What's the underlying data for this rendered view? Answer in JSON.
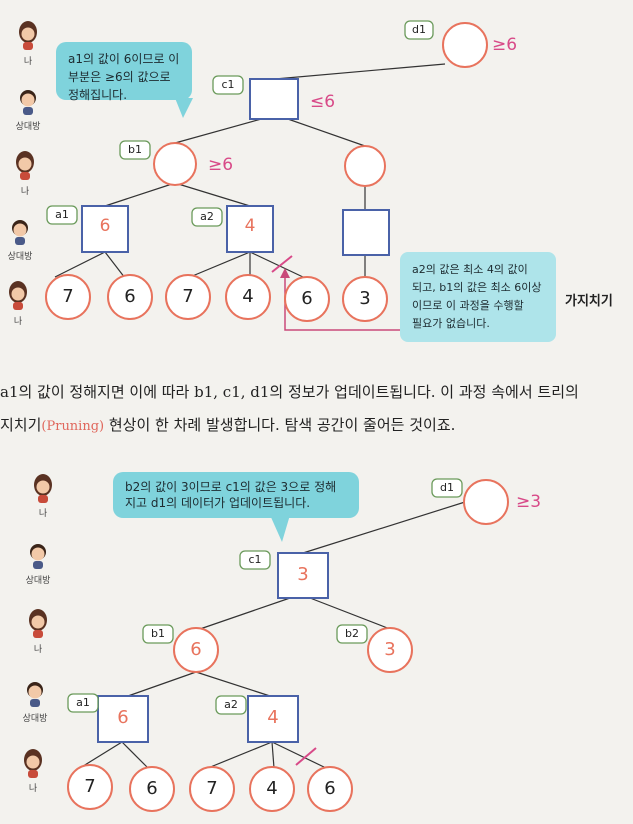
{
  "roles": {
    "me": "나",
    "opponent": "상대방"
  },
  "colors": {
    "orange": "#e8735d",
    "blue": "#4a62a8",
    "magenta": "#d84a88",
    "cyan": "#7fd3dc",
    "green": "#6a9a5a"
  },
  "diagram1": {
    "labels": {
      "d1": "d1",
      "c1": "c1",
      "b1": "b1",
      "a1": "a1",
      "a2": "a2"
    },
    "values": {
      "d1": "≥6",
      "c1": "≤6",
      "b1": "≥6",
      "a1": "6",
      "a2": "4"
    },
    "leaves": [
      "7",
      "6",
      "7",
      "4",
      "6",
      "3"
    ],
    "bubble_top": [
      "a1의 값이 6이므로 이",
      "부분은 ≥6의 값으로",
      "정해집니다."
    ],
    "bubble_bottom": [
      "a2의 값은 최소 4의 값이",
      "되고, b1의 값은 최소 6이상",
      "이므로 이 과정을 수행할",
      "필요가 없습니다."
    ],
    "side_label": "가지치기"
  },
  "paragraph": {
    "line1": "a1의 값이 정해지면 이에 따라 b1, c1, d1의 정보가 업데이트됩니다. 이 과정 속에서 트리의",
    "line2_a": "지치기",
    "line2_sub": "(Pruning)",
    "line2_b": " 현상이 한 차례 발생합니다. 탐색 공간이 줄어든 것이죠."
  },
  "diagram2": {
    "labels": {
      "d1": "d1",
      "c1": "c1",
      "b1": "b1",
      "b2": "b2",
      "a1": "a1",
      "a2": "a2"
    },
    "values": {
      "d1": "≥3",
      "c1": "3",
      "b1": "6",
      "b2": "3",
      "a1": "6",
      "a2": "4"
    },
    "leaves": [
      "7",
      "6",
      "7",
      "4",
      "6"
    ],
    "bubble": [
      "b2의 값이 3이므로 c1의 값은 3으로 정해",
      "지고 d1의 데이터가 업데이트됩니다."
    ]
  }
}
